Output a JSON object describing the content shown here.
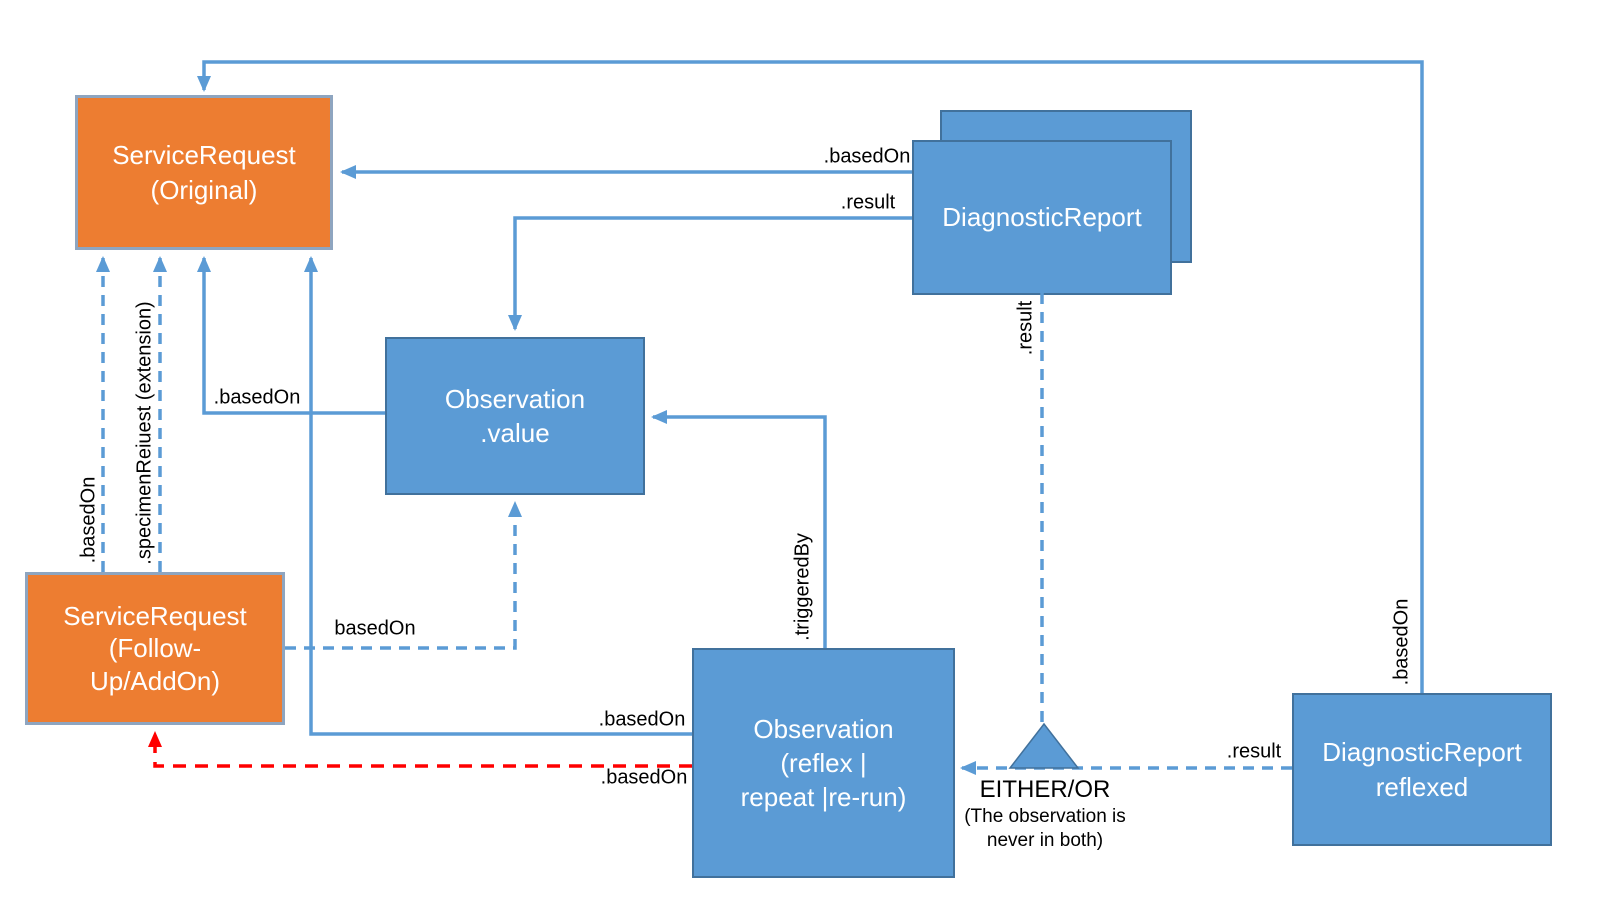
{
  "colors": {
    "background": "#FFFFFF",
    "orange_fill": "#ED7D31",
    "orange_border": "#8EA5C0",
    "blue_fill": "#5B9BD5",
    "blue_border": "#41719C",
    "line_blue": "#5B9BD5",
    "line_red": "#FF0000",
    "box_text": "#FFFFFF",
    "label_text": "#000000"
  },
  "nodes": {
    "sr_original": {
      "label": "ServiceRequest\n(Original)"
    },
    "sr_followup": {
      "label": "ServiceRequest\n(Follow-\nUp/AddOn)"
    },
    "dr_report": {
      "label": "DiagnosticReport"
    },
    "obs_value": {
      "label": "Observation\n.value"
    },
    "obs_reflex": {
      "label": "Observation\n(reflex |\nrepeat |re-run)"
    },
    "dr_reflexed": {
      "label": "DiagnosticReport\nreflexed"
    }
  },
  "edge_labels": {
    "dr_to_sr_basedon": ".basedOn",
    "dr_to_obsvalue_result": ".result",
    "obsvalue_to_sr_basedon": ".basedOn",
    "followup_to_obsvalue_basedon": "basedOn",
    "reflex_to_sr_basedon": ".basedOn",
    "reflex_to_followup_basedon": ".basedOn",
    "followup_to_sr_basedon": ".basedOn",
    "followup_to_sr_specimen": ".specimenReiuest (extension)",
    "reflex_to_obsvalue_triggeredby": ".triggeredBy",
    "dr_to_triangle_result": ".result",
    "reflexed_to_reflex_result": ".result",
    "reflexed_to_sr_basedon": ".basedOn"
  },
  "annotation": {
    "heading": "EITHER/OR",
    "line1": "(The observation is",
    "line2": "never in both)"
  }
}
